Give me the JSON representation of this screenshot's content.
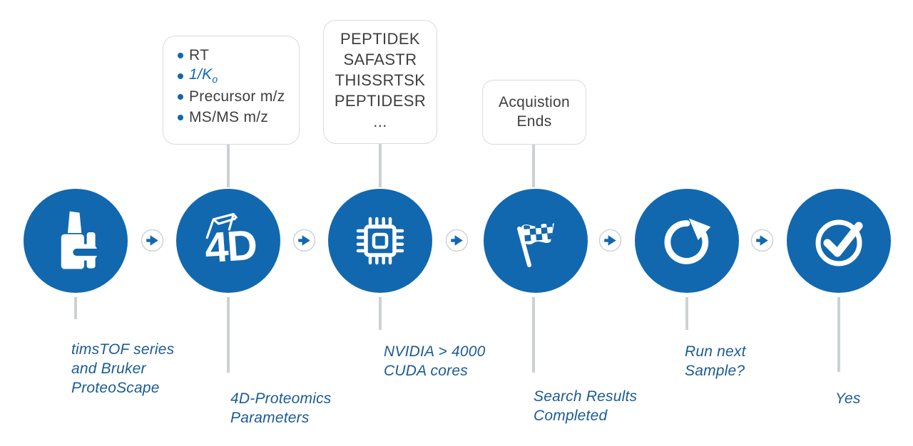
{
  "colors": {
    "brand_blue": "#1268ae",
    "label_blue": "#1a5b96",
    "text_gray": "#3e3e3d",
    "line_gray": "#cdd1d4",
    "box_border": "#dadada"
  },
  "callouts": {
    "parameters": {
      "items": [
        {
          "text": "RT"
        },
        {
          "text": "1/K",
          "sub": "o",
          "highlight": true
        },
        {
          "text": "Precursor m/z"
        },
        {
          "text": "MS/MS m/z"
        }
      ]
    },
    "peptides": {
      "lines": [
        "PEPTIDEK",
        "SAFASTR",
        "THISSRTSK",
        "PEPTIDESR",
        "..."
      ]
    },
    "acquisition": {
      "lines": [
        "Acquistion",
        "Ends"
      ]
    }
  },
  "steps": [
    {
      "icon": "mass-spectrometer-icon",
      "label_lines": [
        "timsTOF series",
        "and Bruker",
        "ProteoScape"
      ]
    },
    {
      "icon": "4d-cube-icon",
      "icon_text": "4D",
      "label_lines": [
        "4D-Proteomics",
        "Parameters"
      ]
    },
    {
      "icon": "gpu-chip-icon",
      "label_lines": [
        "NVIDIA > 4000",
        "CUDA cores"
      ]
    },
    {
      "icon": "checkered-flag-icon",
      "label_lines": [
        "Search Results",
        "Completed"
      ]
    },
    {
      "icon": "restart-arrow-icon",
      "label_lines": [
        "Run next",
        "Sample?"
      ]
    },
    {
      "icon": "checkmark-icon",
      "label_lines": [
        "Yes"
      ]
    }
  ]
}
